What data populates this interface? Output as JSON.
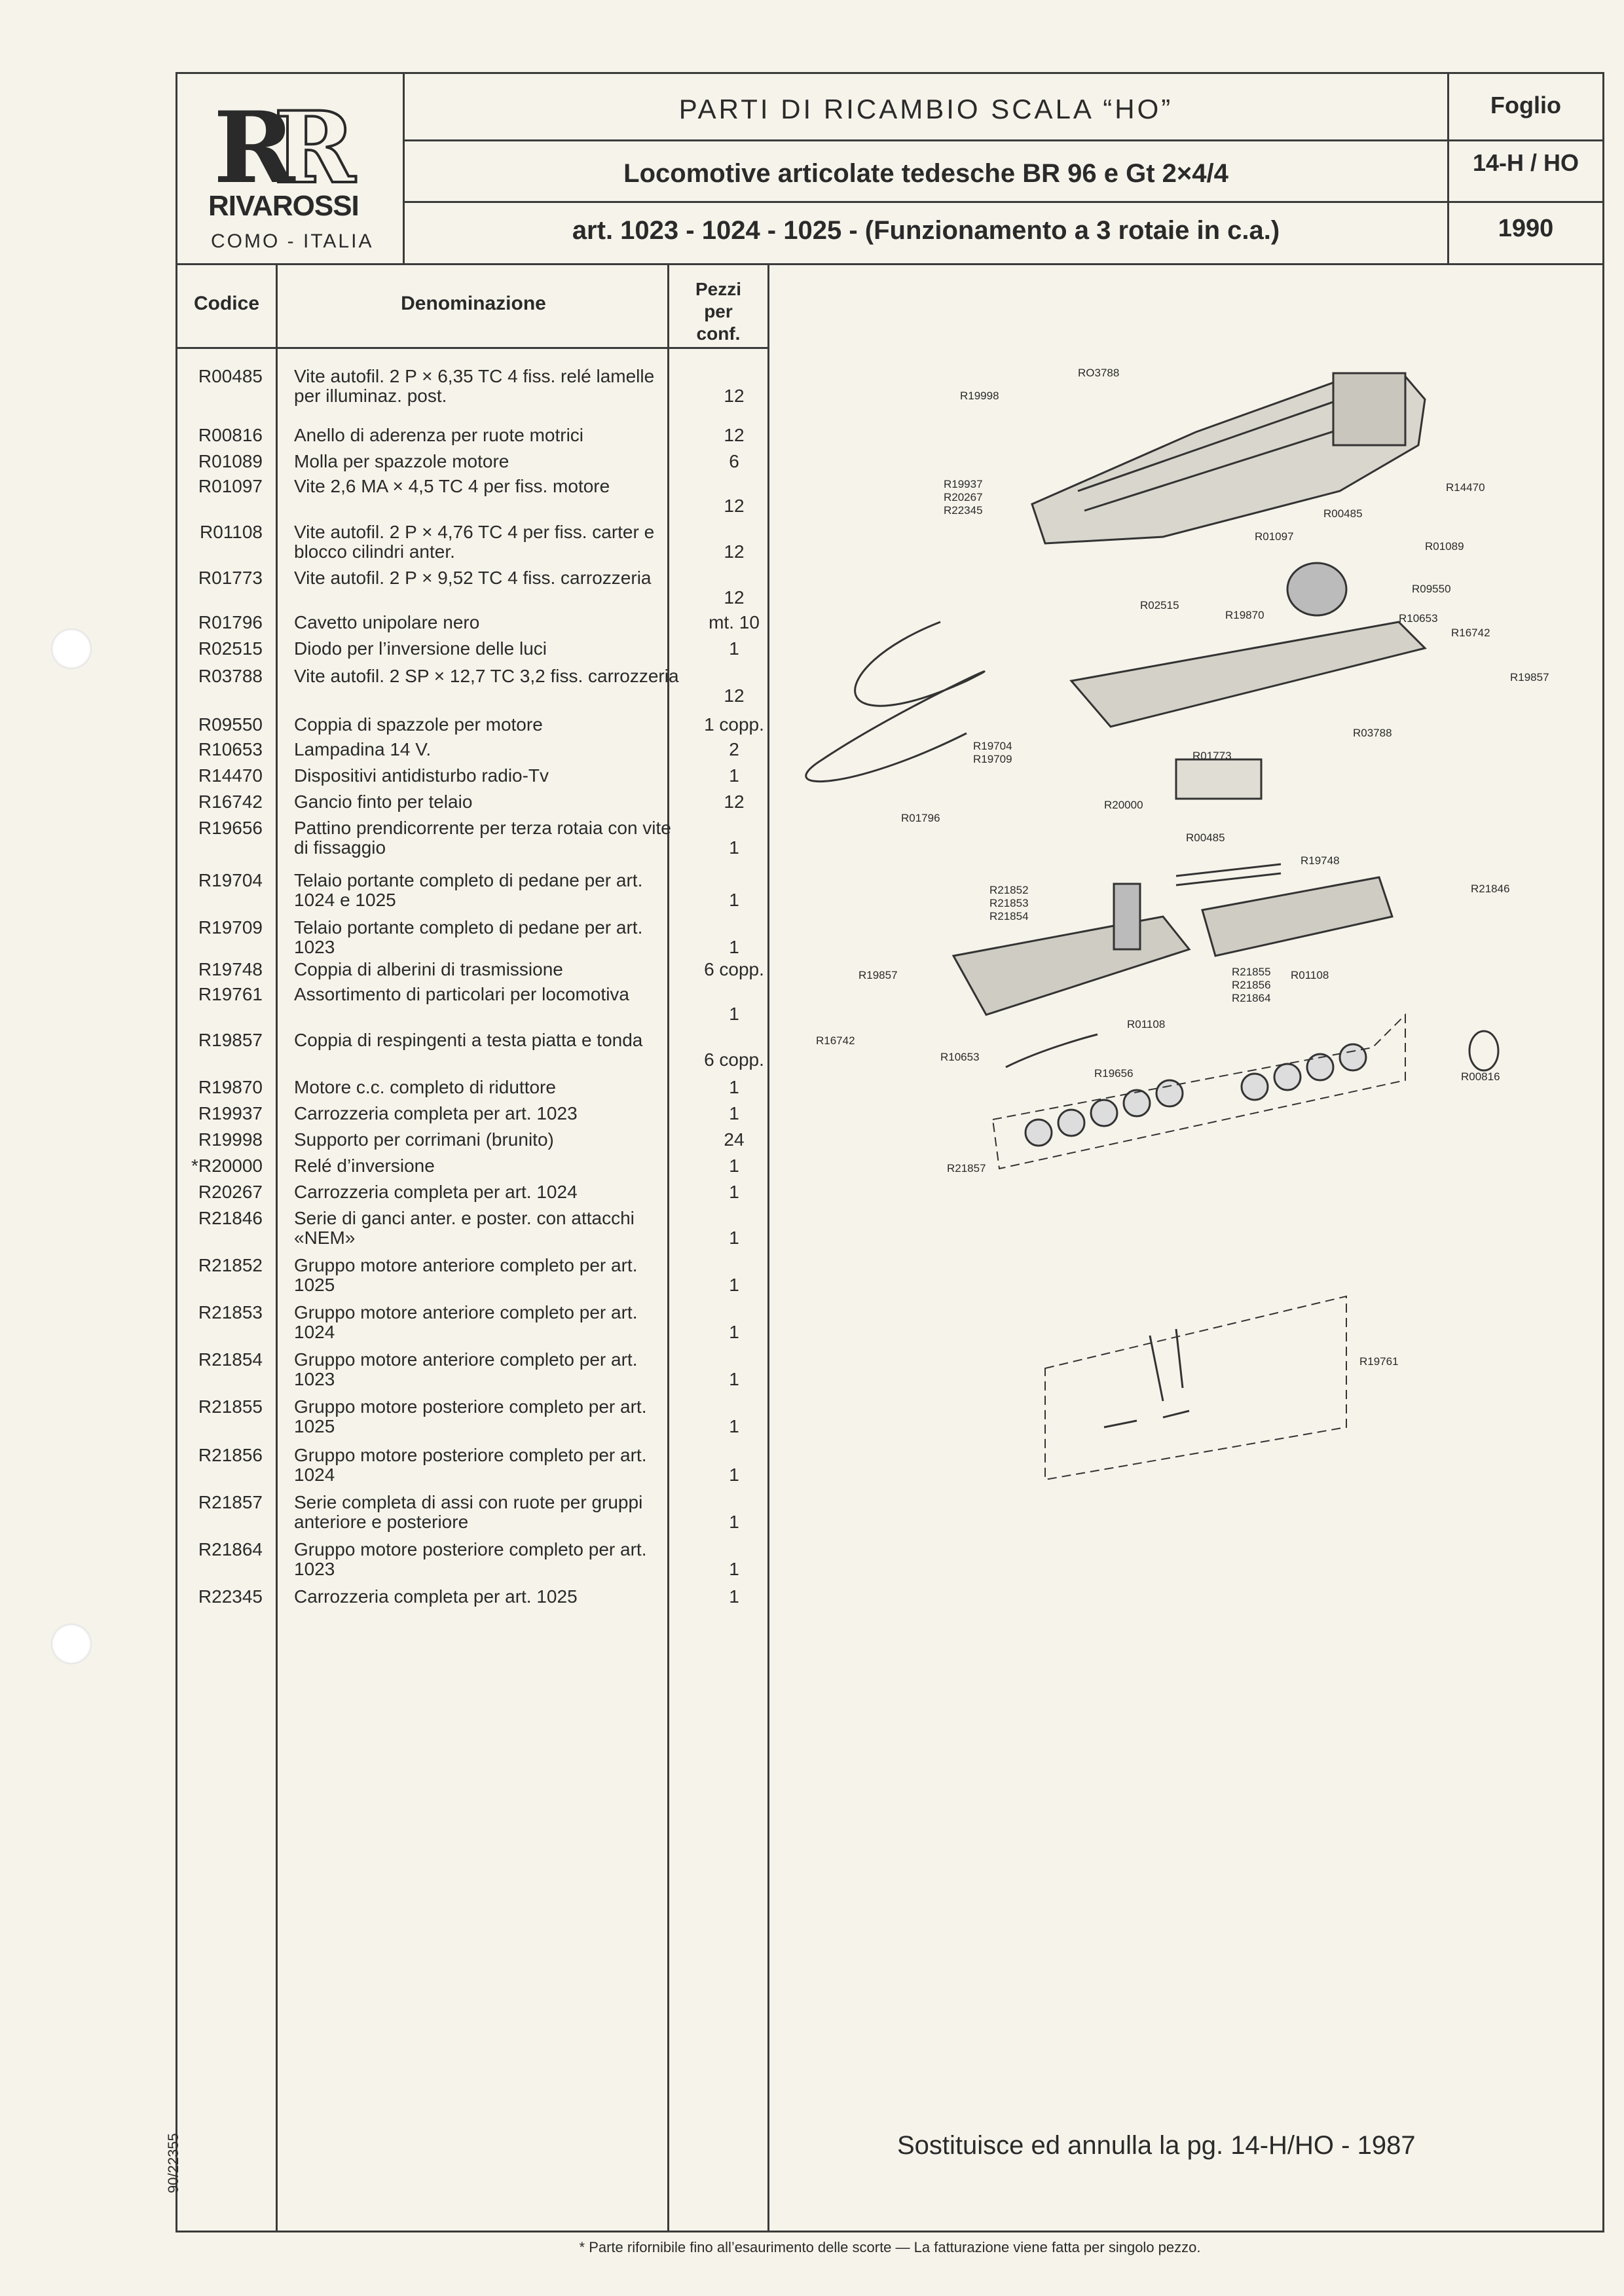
{
  "header": {
    "logo_text": "RR",
    "brand": "RIVAROSSI",
    "city": "COMO - ITALIA",
    "title": "PARTI DI RICAMBIO SCALA “HO”",
    "subtitle": "Locomotive articolate tedesche BR 96 e Gt 2×4/4",
    "articles": "art. 1023 - 1024 - 1025 - (Funzionamento a 3 rotaie in c.a.)",
    "foglio_label": "Foglio",
    "foglio_value": "14-H / HO",
    "year": "1990"
  },
  "table": {
    "col_codice": "Codice",
    "col_denominazione": "Denominazione",
    "col_pezzi": [
      "Pezzi",
      "per",
      "conf."
    ],
    "rows": [
      {
        "code": "R00485",
        "desc": "Vite autofil. 2 P × 6,35 TC 4 fiss. relé lamelle per illuminaz. post.",
        "qty": "12"
      },
      {
        "code": "R00816",
        "desc": "Anello di aderenza per ruote motrici",
        "qty": "12"
      },
      {
        "code": "R01089",
        "desc": "Molla per spazzole motore",
        "qty": "6"
      },
      {
        "code": "R01097",
        "desc": "Vite 2,6 MA × 4,5 TC 4 per fiss. motore",
        "qty": "12"
      },
      {
        "code": "R01108",
        "desc": "Vite autofil. 2 P × 4,76 TC 4 per fiss. carter e blocco cilindri anter.",
        "qty": "12"
      },
      {
        "code": "R01773",
        "desc": "Vite autofil. 2 P × 9,52 TC 4 fiss. carrozzeria",
        "qty": "12"
      },
      {
        "code": "R01796",
        "desc": "Cavetto unipolare nero",
        "qty": "mt. 10"
      },
      {
        "code": "R02515",
        "desc": "Diodo per l’inversione delle luci",
        "qty": "1"
      },
      {
        "code": "R03788",
        "desc": "Vite autofil. 2 SP × 12,7 TC 3,2 fiss. carrozzeria",
        "qty": "12"
      },
      {
        "code": "R09550",
        "desc": "Coppia di spazzole per motore",
        "qty": "1 copp."
      },
      {
        "code": "R10653",
        "desc": "Lampadina 14 V.",
        "qty": "2"
      },
      {
        "code": "R14470",
        "desc": "Dispositivi antidisturbo radio-Tv",
        "qty": "1"
      },
      {
        "code": "R16742",
        "desc": "Gancio finto per telaio",
        "qty": "12"
      },
      {
        "code": "R19656",
        "desc": "Pattino prendicorrente per terza rotaia con vite di fissaggio",
        "qty": "1"
      },
      {
        "code": "R19704",
        "desc": "Telaio portante completo di pedane per art. 1024 e 1025",
        "qty": "1"
      },
      {
        "code": "R19709",
        "desc": "Telaio portante completo di pedane per art. 1023",
        "qty": "1"
      },
      {
        "code": "R19748",
        "desc": "Coppia di alberini di trasmissione",
        "qty": "6 copp."
      },
      {
        "code": "R19761",
        "desc": "Assortimento di particolari per locomotiva",
        "qty": "1"
      },
      {
        "code": "R19857",
        "desc": "Coppia di respingenti a testa piatta e tonda",
        "qty": "6 copp."
      },
      {
        "code": "R19870",
        "desc": "Motore c.c. completo di riduttore",
        "qty": "1"
      },
      {
        "code": "R19937",
        "desc": "Carrozzeria completa per art. 1023",
        "qty": "1"
      },
      {
        "code": "R19998",
        "desc": "Supporto per corrimani (brunito)",
        "qty": "24"
      },
      {
        "code": "*R20000",
        "desc": "Relé d’inversione",
        "qty": "1"
      },
      {
        "code": "R20267",
        "desc": "Carrozzeria completa per art. 1024",
        "qty": "1"
      },
      {
        "code": "R21846",
        "desc": "Serie di ganci anter. e poster. con attacchi «NEM»",
        "qty": "1"
      },
      {
        "code": "R21852",
        "desc": "Gruppo motore anteriore completo per art. 1025",
        "qty": "1"
      },
      {
        "code": "R21853",
        "desc": "Gruppo motore anteriore completo per art. 1024",
        "qty": "1"
      },
      {
        "code": "R21854",
        "desc": "Gruppo motore anteriore completo per art. 1023",
        "qty": "1"
      },
      {
        "code": "R21855",
        "desc": "Gruppo motore posteriore completo per art. 1025",
        "qty": "1"
      },
      {
        "code": "R21856",
        "desc": "Gruppo motore posteriore completo per art. 1024",
        "qty": "1"
      },
      {
        "code": "R21857",
        "desc": "Serie completa di assi con ruote per gruppi anteriore e posteriore",
        "qty": "1"
      },
      {
        "code": "R21864",
        "desc": "Gruppo motore posteriore completo per art. 1023",
        "qty": "1"
      },
      {
        "code": "R22345",
        "desc": "Carrozzeria completa per art. 1025",
        "qty": "1"
      }
    ]
  },
  "diagram_labels": [
    "RO3788",
    "R19998",
    "R19937",
    "R20267",
    "R22345",
    "R14470",
    "R00485",
    "R01097",
    "R01089",
    "R09550",
    "R02515",
    "R19870",
    "R10653",
    "R16742",
    "R19857",
    "R03788",
    "R19704",
    "R19709",
    "R01773",
    "R20000",
    "R01796",
    "R00485",
    "R19748",
    "R21846",
    "R21852",
    "R21853",
    "R21854",
    "R19857",
    "R21855",
    "R21856",
    "R21864",
    "R01108",
    "R01108",
    "R16742",
    "R10653",
    "R19656",
    "R00816",
    "R21857",
    "R19761"
  ],
  "footer": {
    "replaces": "Sostituisce ed annulla la pg. 14-H/HO - 1987",
    "stamp": "90/22355",
    "footnote": "*  Parte rifornibile fino all’esaurimento delle scorte — La fatturazione viene fatta per singolo pezzo."
  }
}
